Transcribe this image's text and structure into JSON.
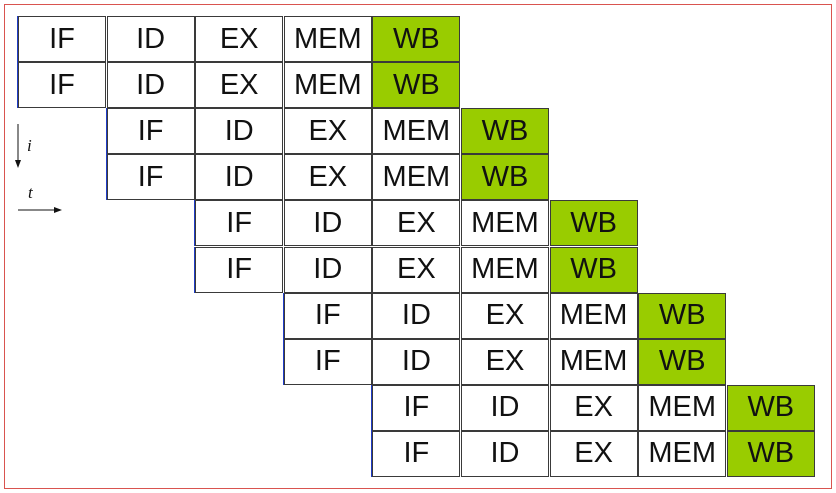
{
  "axes": {
    "vertical_label": "i",
    "horizontal_label": "t"
  },
  "highlight_color": "#99cc00",
  "row_marker_color": "#1f3cc6",
  "rows": [
    {
      "offset": 0,
      "stages": [
        "IF",
        "ID",
        "EX",
        "MEM",
        "WB"
      ],
      "highlight_column": 4
    },
    {
      "offset": 0,
      "stages": [
        "IF",
        "ID",
        "EX",
        "MEM",
        "WB"
      ],
      "highlight_column": 4
    },
    {
      "offset": 1,
      "stages": [
        "IF",
        "ID",
        "EX",
        "MEM",
        "WB"
      ],
      "highlight_column": 4
    },
    {
      "offset": 1,
      "stages": [
        "IF",
        "ID",
        "EX",
        "MEM",
        "WB"
      ],
      "highlight_column": 4
    },
    {
      "offset": 2,
      "stages": [
        "IF",
        "ID",
        "EX",
        "MEM",
        "WB"
      ],
      "highlight_column": 4
    },
    {
      "offset": 2,
      "stages": [
        "IF",
        "ID",
        "EX",
        "MEM",
        "WB"
      ],
      "highlight_column": 4
    },
    {
      "offset": 3,
      "stages": [
        "IF",
        "ID",
        "EX",
        "MEM",
        "WB"
      ],
      "highlight_column": 4
    },
    {
      "offset": 3,
      "stages": [
        "IF",
        "ID",
        "EX",
        "MEM",
        "WB"
      ],
      "highlight_column": 4
    },
    {
      "offset": 4,
      "stages": [
        "IF",
        "ID",
        "EX",
        "MEM",
        "WB"
      ],
      "highlight_column": 4
    },
    {
      "offset": 4,
      "stages": [
        "IF",
        "ID",
        "EX",
        "MEM",
        "WB"
      ],
      "highlight_column": 4
    }
  ]
}
